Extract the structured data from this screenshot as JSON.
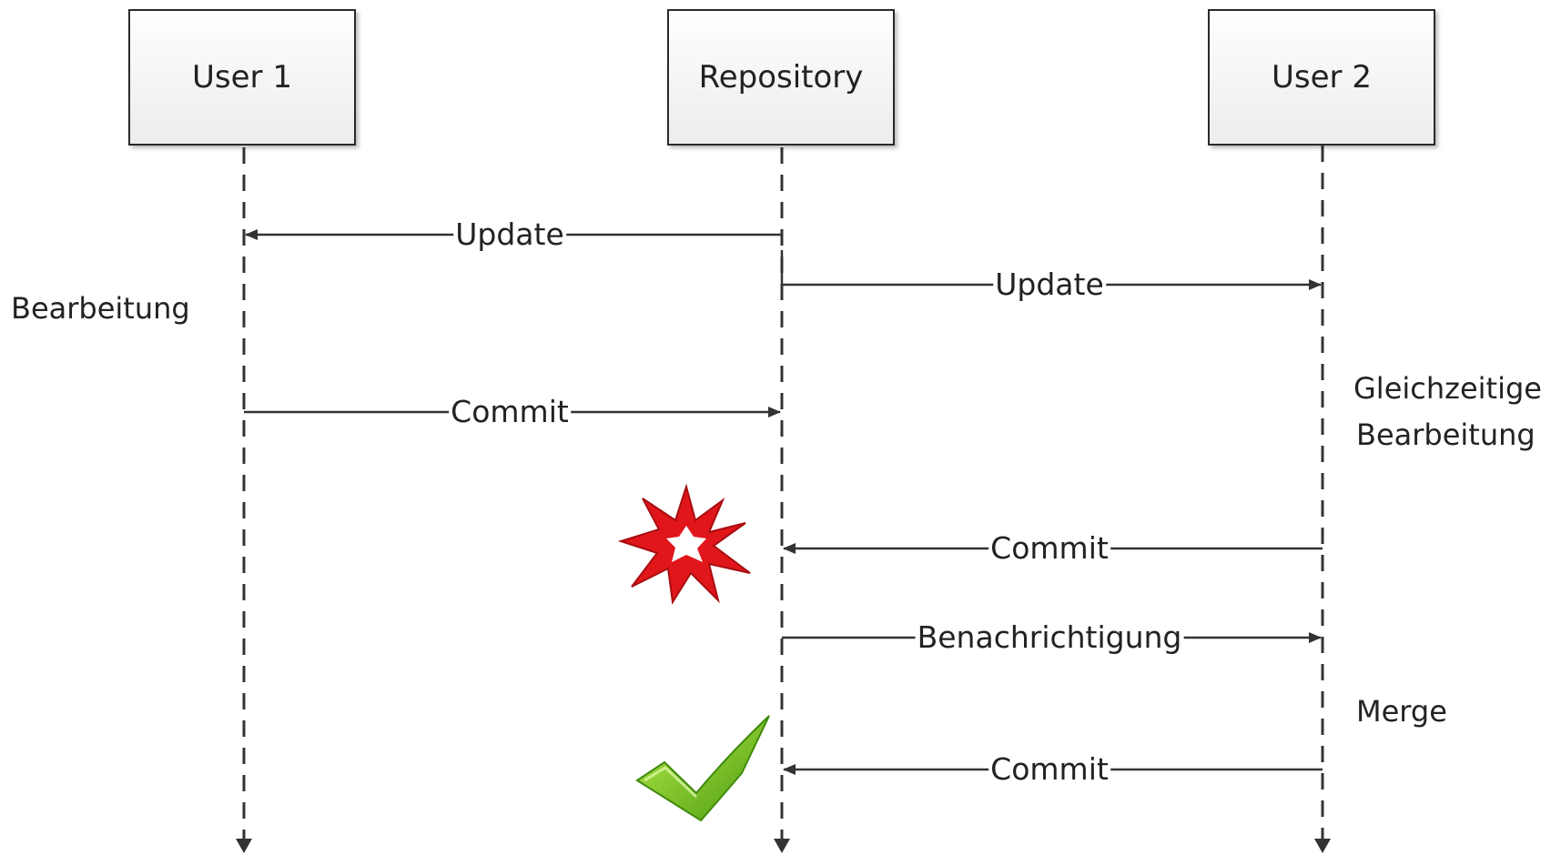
{
  "participants": [
    {
      "id": "user1",
      "label": "User 1"
    },
    {
      "id": "repository",
      "label": "Repository"
    },
    {
      "id": "user2",
      "label": "User 2"
    }
  ],
  "messages": [
    {
      "from": "repository",
      "to": "user1",
      "label": "Update"
    },
    {
      "from": "repository",
      "to": "user2",
      "label": "Update"
    },
    {
      "from": "user1",
      "to": "repository",
      "label": "Commit"
    },
    {
      "from": "user2",
      "to": "repository",
      "label": "Commit"
    },
    {
      "from": "repository",
      "to": "user2",
      "label": "Benachrichtigung"
    },
    {
      "from": "user2",
      "to": "repository",
      "label": "Commit"
    }
  ],
  "notes": {
    "bearbeitung": "Bearbeitung",
    "gleichzeitige_line1": "Gleichzeitige",
    "gleichzeitige_line2": "Bearbeitung",
    "merge": "Merge"
  },
  "icons": {
    "conflict": "explosion-icon",
    "success": "checkmark-icon"
  },
  "colors": {
    "line": "#333333",
    "conflict_red": "#e0161b",
    "success_green": "#7cc31e"
  }
}
